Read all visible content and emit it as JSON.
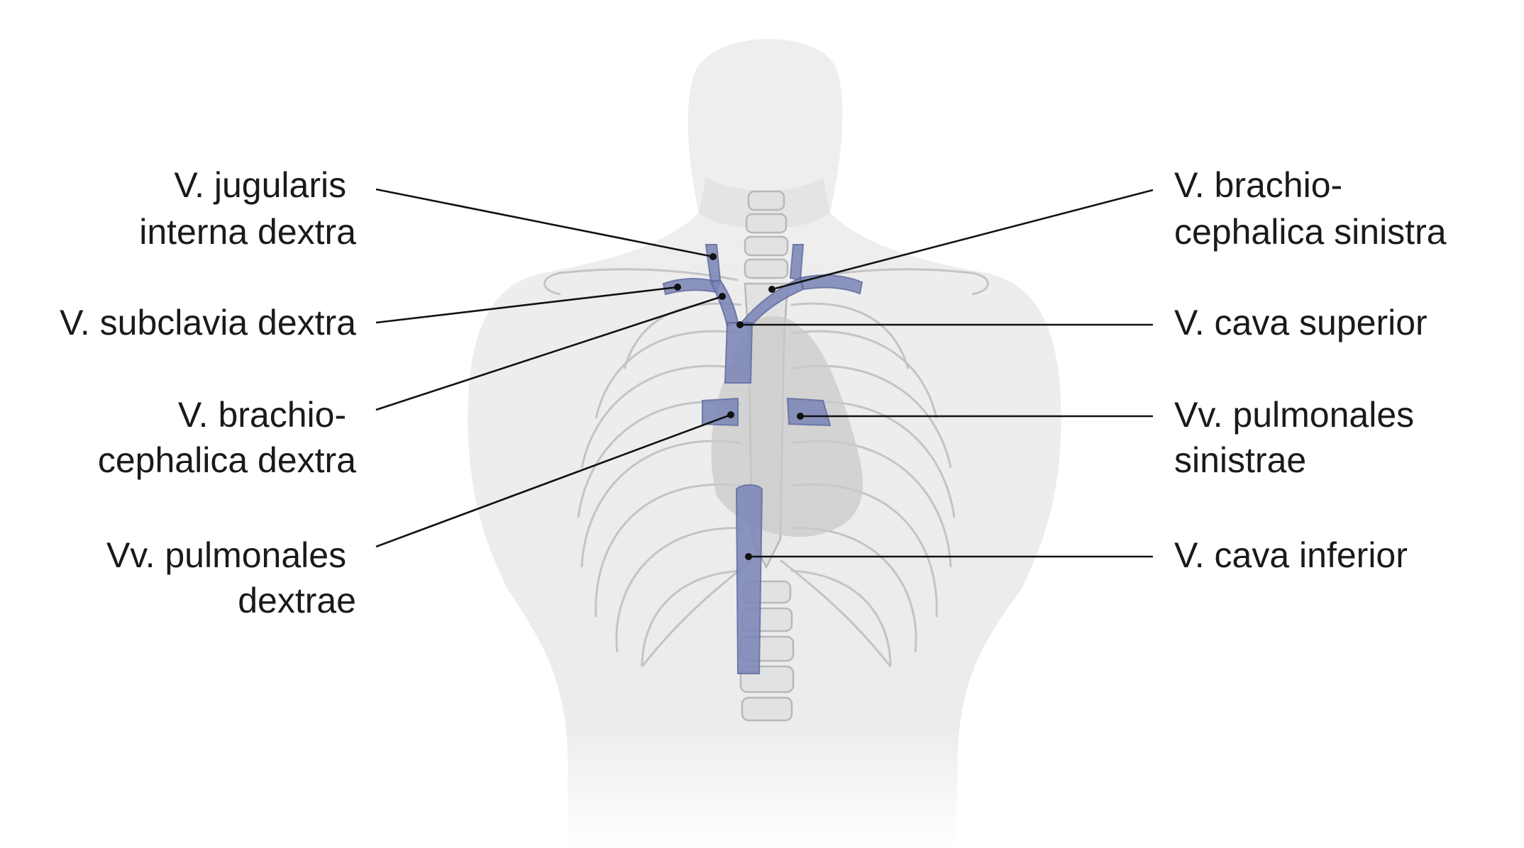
{
  "figure": {
    "labels_left": [
      {
        "id": "v-jugularis-interna-dextra",
        "lines": [
          "V. jugularis",
          "interna dextra"
        ]
      },
      {
        "id": "v-subclavia-dextra",
        "lines": [
          "V. subclavia dextra"
        ]
      },
      {
        "id": "v-brachiocephalica-dextra",
        "lines": [
          "V. brachio-",
          "cephalica dextra"
        ]
      },
      {
        "id": "vv-pulmonales-dextrae",
        "lines": [
          "Vv. pulmonales",
          "dextrae"
        ]
      }
    ],
    "labels_right": [
      {
        "id": "v-brachiocephalica-sinistra",
        "lines": [
          "V. brachio-",
          "cephalica sinistra"
        ]
      },
      {
        "id": "v-cava-superior",
        "lines": [
          "V. cava superior"
        ]
      },
      {
        "id": "vv-pulmonales-sinistrae",
        "lines": [
          "Vv. pulmonales",
          "sinistrae"
        ]
      },
      {
        "id": "v-cava-inferior",
        "lines": [
          "V. cava inferior"
        ]
      }
    ],
    "colors": {
      "vein": "#7d86b8",
      "body": "#ececec",
      "heart": "#c9c9c9",
      "leader": "#111111"
    }
  }
}
